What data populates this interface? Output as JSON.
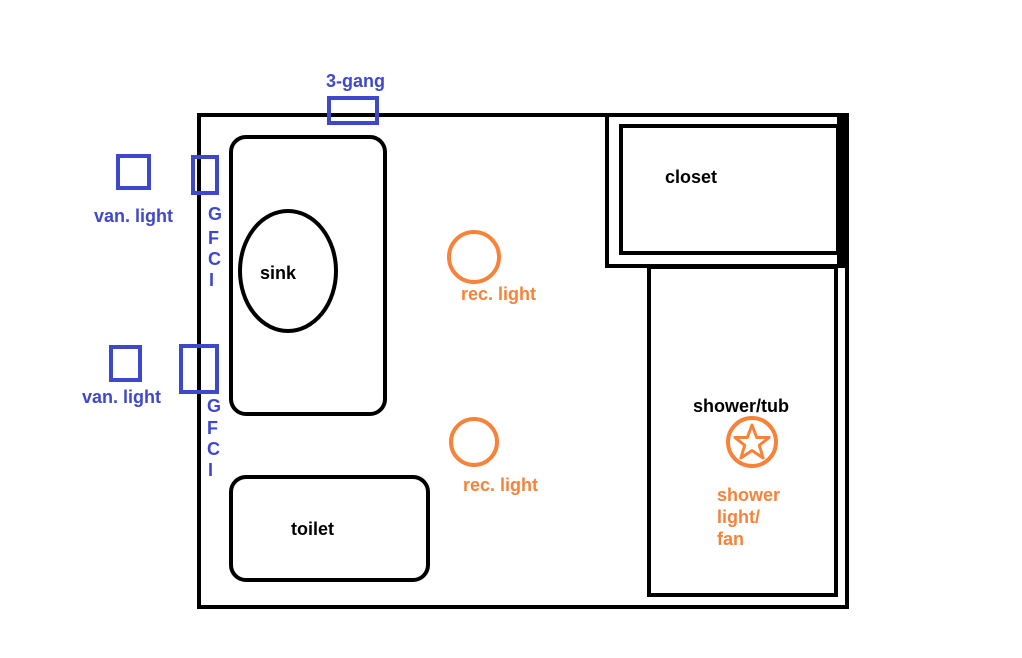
{
  "colors": {
    "walls": "#000000",
    "electrical_blue": "#3f48cc",
    "lighting_orange": "#f7823a",
    "background": "#ffffff"
  },
  "labels": {
    "three_gang": "3-gang",
    "vanity_light_top": "van. light",
    "vanity_light_bottom": "van. light",
    "gfci_top": [
      "G",
      "F",
      "C",
      "I"
    ],
    "gfci_bottom": [
      "G",
      "F",
      "C",
      "I"
    ],
    "sink": "sink",
    "closet": "closet",
    "rec_light_top": "rec. light",
    "rec_light_bottom": "rec. light",
    "shower_tub": "shower/tub",
    "shower_light_fan": [
      "shower",
      "light/",
      "fan"
    ],
    "toilet": "toilet"
  },
  "icons": {
    "shower_fixture": "star-in-circle-icon",
    "recessed_light": "circle-icon",
    "switch_box": "rectangle-icon"
  }
}
